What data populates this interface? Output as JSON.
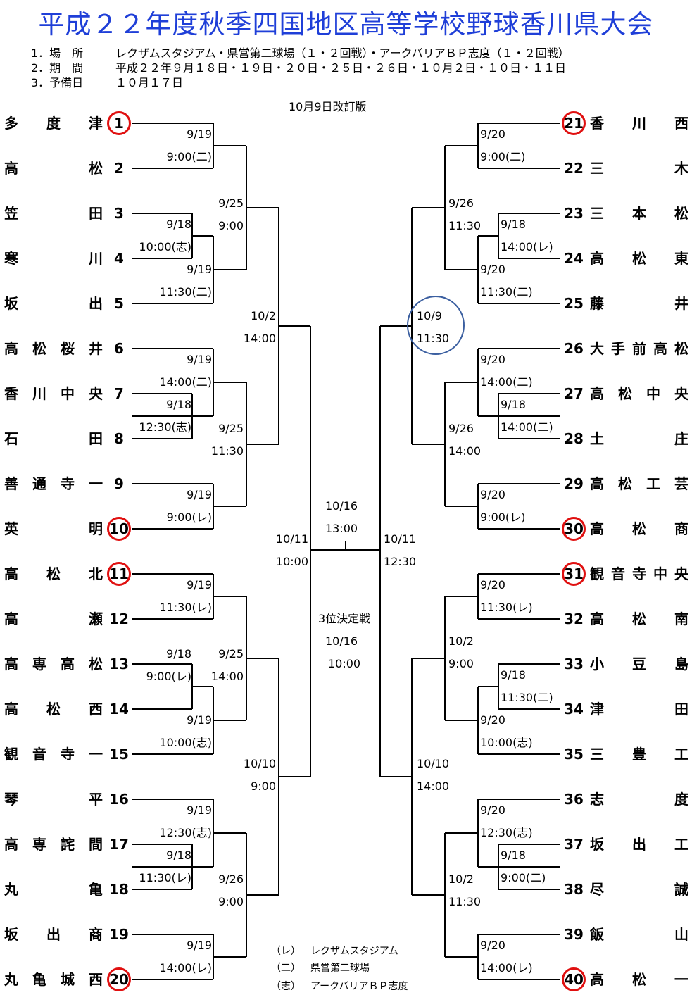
{
  "title": "平成２２年度秋季四国地区高等学校野球香川県大会",
  "info": [
    {
      "label": "1．場　所",
      "value": "レクザムスタジアム・県営第二球場（１・２回戦）・アークバリアＢＰ志度（１・２回戦）"
    },
    {
      "label": "2．期　間",
      "value": "平成２２年９月１８日・１９日・２０日・２５日・２６日・１０月２日・１０日・１１日"
    },
    {
      "label": "3．予備日",
      "value": "１０月１７日"
    }
  ],
  "revision": "10月9日改訂版",
  "left_teams": [
    {
      "no": "1",
      "name": "多度津",
      "circled": true
    },
    {
      "no": "2",
      "name": "高松",
      "circled": false
    },
    {
      "no": "3",
      "name": "笠田",
      "circled": false
    },
    {
      "no": "4",
      "name": "寒川",
      "circled": false
    },
    {
      "no": "5",
      "name": "坂出",
      "circled": false
    },
    {
      "no": "6",
      "name": "高松桜井",
      "circled": false
    },
    {
      "no": "7",
      "name": "香川中央",
      "circled": false
    },
    {
      "no": "8",
      "name": "石田",
      "circled": false
    },
    {
      "no": "9",
      "name": "善通寺一",
      "circled": false
    },
    {
      "no": "10",
      "name": "英明",
      "circled": true
    },
    {
      "no": "11",
      "name": "高松北",
      "circled": true
    },
    {
      "no": "12",
      "name": "高瀬",
      "circled": false
    },
    {
      "no": "13",
      "name": "高専高松",
      "circled": false
    },
    {
      "no": "14",
      "name": "高松西",
      "circled": false
    },
    {
      "no": "15",
      "name": "観音寺一",
      "circled": false
    },
    {
      "no": "16",
      "name": "琴平",
      "circled": false
    },
    {
      "no": "17",
      "name": "高専詫間",
      "circled": false
    },
    {
      "no": "18",
      "name": "丸亀",
      "circled": false
    },
    {
      "no": "19",
      "name": "坂出商",
      "circled": false
    },
    {
      "no": "20",
      "name": "丸亀城西",
      "circled": true
    }
  ],
  "right_teams": [
    {
      "no": "21",
      "name": "香川西",
      "circled": true
    },
    {
      "no": "22",
      "name": "三木",
      "circled": false
    },
    {
      "no": "23",
      "name": "三本松",
      "circled": false
    },
    {
      "no": "24",
      "name": "高松東",
      "circled": false
    },
    {
      "no": "25",
      "name": "藤井",
      "circled": false
    },
    {
      "no": "26",
      "name": "大手前高松",
      "circled": false
    },
    {
      "no": "27",
      "name": "高松中央",
      "circled": false
    },
    {
      "no": "28",
      "name": "土庄",
      "circled": false
    },
    {
      "no": "29",
      "name": "高松工芸",
      "circled": false
    },
    {
      "no": "30",
      "name": "高松商",
      "circled": true
    },
    {
      "no": "31",
      "name": "観音寺中央",
      "circled": true
    },
    {
      "no": "32",
      "name": "高松南",
      "circled": false
    },
    {
      "no": "33",
      "name": "小豆島",
      "circled": false
    },
    {
      "no": "34",
      "name": "津田",
      "circled": false
    },
    {
      "no": "35",
      "name": "三豊工",
      "circled": false
    },
    {
      "no": "36",
      "name": "志度",
      "circled": false
    },
    {
      "no": "37",
      "name": "坂出工",
      "circled": false
    },
    {
      "no": "38",
      "name": "尽誠",
      "circled": false
    },
    {
      "no": "39",
      "name": "飯山",
      "circled": false
    },
    {
      "no": "40",
      "name": "高松一",
      "circled": true
    }
  ],
  "schedule": {
    "l1": [
      "9/19",
      "9:00(二)"
    ],
    "l3": [
      "9/18",
      "10:00(志)"
    ],
    "l4": [
      "9/19",
      "11:30(二)"
    ],
    "l7": [
      "9/19",
      "14:00(二)"
    ],
    "l8": [
      "9/18",
      "12:30(志)"
    ],
    "l10": [
      "9/19",
      "9:00(レ)"
    ],
    "l12": [
      "9/19",
      "11:30(レ)"
    ],
    "l13": [
      "9/18",
      "9:00(レ)"
    ],
    "l15": [
      "9/19",
      "10:00(志)"
    ],
    "l17": [
      "9/19",
      "12:30(志)"
    ],
    "l18": [
      "9/18",
      "11:30(レ)"
    ],
    "l20": [
      "9/19",
      "14:00(レ)"
    ],
    "l_r2a": [
      "9/25",
      "9:00"
    ],
    "l_r2b": [
      "9/25",
      "11:30"
    ],
    "l_r2c": [
      "9/25",
      "14:00"
    ],
    "l_r2d": [
      "9/26",
      "9:00"
    ],
    "l_qf1": [
      "10/2",
      "14:00"
    ],
    "l_qf2": [
      "10/10",
      "9:00"
    ],
    "l_sf": [
      "10/11",
      "10:00"
    ],
    "final": [
      "10/16",
      "13:00"
    ],
    "r_sf": [
      "10/11",
      "12:30"
    ],
    "r_qf1": [
      "10/9",
      "11:30"
    ],
    "r_qf2": [
      "10/10",
      "14:00"
    ],
    "r_r2a": [
      "9/26",
      "11:30"
    ],
    "r_r2b": [
      "9/26",
      "14:00"
    ],
    "r_r2c": [
      "10/2",
      "9:00"
    ],
    "r_r2d": [
      "10/2",
      "11:30"
    ],
    "r21": [
      "9/20",
      "9:00(二)"
    ],
    "r23": [
      "9/18",
      "14:00(レ)"
    ],
    "r24": [
      "9/20",
      "11:30(二)"
    ],
    "r27": [
      "9/20",
      "14:00(二)"
    ],
    "r28": [
      "9/18",
      "14:00(二)"
    ],
    "r30": [
      "9/20",
      "9:00(レ)"
    ],
    "r32": [
      "9/20",
      "11:30(レ)"
    ],
    "r33": [
      "9/18",
      "11:30(二)"
    ],
    "r35": [
      "9/20",
      "10:00(志)"
    ],
    "r37": [
      "9/20",
      "12:30(志)"
    ],
    "r38": [
      "9/18",
      "9:00(二)"
    ],
    "r40": [
      "9/20",
      "14:00(レ)"
    ]
  },
  "third_place": [
    "3位決定戦",
    "10/16",
    "10:00"
  ],
  "legend": [
    {
      "key": "（レ）",
      "value": "レクザムスタジアム"
    },
    {
      "key": "（二）",
      "value": "県営第二球場"
    },
    {
      "key": "（志）",
      "value": "アークバリアＢＰ志度"
    }
  ],
  "colors": {
    "title": "#1f3fd8",
    "circle": "#e01010",
    "highlight": "#3b5fa0"
  }
}
